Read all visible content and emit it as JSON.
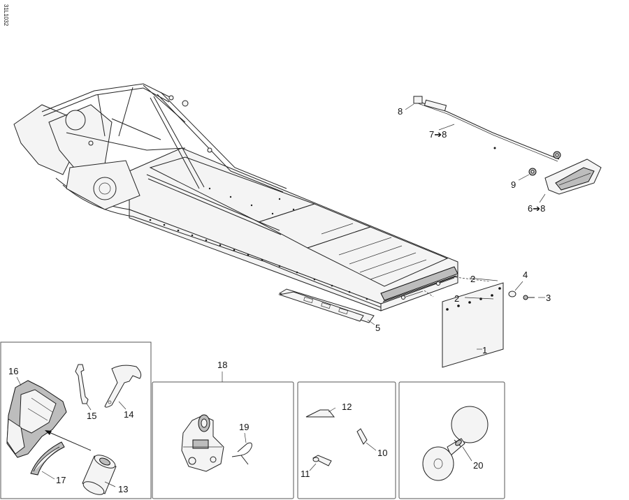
{
  "diagram_code": "31L1032",
  "callouts": {
    "c1": "1",
    "c2a": "2",
    "c2b": "2",
    "c3": "3",
    "c4": "4",
    "c5": "5",
    "c6": "6➔8",
    "c7": "7➔8",
    "c8": "8",
    "c9": "9",
    "c10": "10",
    "c11": "11",
    "c12": "12",
    "c13": "13",
    "c14": "14",
    "c15": "15",
    "c16": "16",
    "c17": "17",
    "c18": "18",
    "c19": "19",
    "c20": "20"
  },
  "parts": [
    {
      "id": "frame",
      "icon": "chassis-frame"
    },
    {
      "id": "mud-flap",
      "icon": "flap"
    },
    {
      "id": "tail-light",
      "icon": "light-assembly"
    },
    {
      "id": "tool-kit",
      "icon": "tools"
    },
    {
      "id": "tow-hitch",
      "icon": "hitch"
    },
    {
      "id": "pads",
      "icon": "slider-pads"
    },
    {
      "id": "horn",
      "icon": "horn"
    }
  ]
}
